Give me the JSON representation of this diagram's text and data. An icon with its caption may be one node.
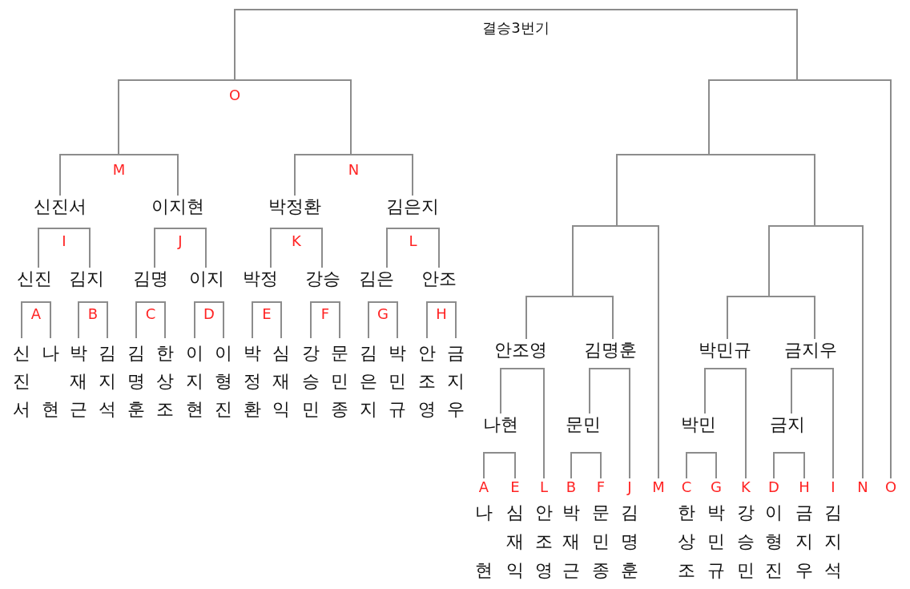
{
  "diagram": {
    "nodes": [
      {
        "text": [
          "결승3번기"
        ]
      },
      {
        "text": [
          "O"
        ]
      },
      {
        "text": [],
        "shape": "bar"
      },
      {
        "text": [
          "M"
        ]
      },
      {
        "text": [
          "N"
        ]
      },
      {
        "text": [],
        "shape": "bar"
      },
      {
        "text": [
          "신진서"
        ]
      },
      {
        "text": [
          "이지현"
        ]
      },
      {
        "text": [
          "박정환"
        ]
      },
      {
        "text": [
          "김은지"
        ]
      },
      {
        "text": [
          "I"
        ]
      },
      {
        "text": [
          "J"
        ]
      },
      {
        "text": [
          "K"
        ]
      },
      {
        "text": [
          "L"
        ]
      },
      {
        "text": [],
        "shape": "bar"
      },
      {
        "text": [],
        "shape": "bar"
      },
      {
        "text": [
          "신진"
        ]
      },
      {
        "text": [
          "김지"
        ]
      },
      {
        "text": [
          "김명"
        ]
      },
      {
        "text": [
          "이지"
        ]
      },
      {
        "text": [
          "박정"
        ]
      },
      {
        "text": [
          "강승"
        ]
      },
      {
        "text": [
          "김은"
        ]
      },
      {
        "text": [
          "안조"
        ]
      },
      {
        "text": [
          "A"
        ]
      },
      {
        "text": [
          "B"
        ]
      },
      {
        "text": [
          "C"
        ]
      },
      {
        "text": [
          "D"
        ]
      },
      {
        "text": [
          "E"
        ]
      },
      {
        "text": [
          "F"
        ]
      },
      {
        "text": [
          "G"
        ]
      },
      {
        "text": [
          "H"
        ]
      },
      {
        "text": [],
        "shape": "bar"
      },
      {
        "text": [],
        "shape": "bar"
      },
      {
        "text": [
          "안조영"
        ]
      },
      {
        "text": [
          "김명훈"
        ]
      },
      {
        "text": [
          "박민규"
        ]
      },
      {
        "text": [
          "금지우"
        ]
      },
      {
        "text": [],
        "shape": "bar"
      },
      {
        "text": [],
        "shape": "bar"
      },
      {
        "text": [],
        "shape": "bar"
      },
      {
        "text": [],
        "shape": "bar"
      },
      {
        "text": [
          "나현"
        ]
      },
      {
        "text": [
          "문민"
        ]
      },
      {
        "text": [
          "박민"
        ]
      },
      {
        "text": [
          "금지"
        ]
      },
      {
        "text": [],
        "shape": "bar"
      },
      {
        "text": [],
        "shape": "bar"
      },
      {
        "text": [],
        "shape": "bar"
      },
      {
        "text": [],
        "shape": "bar"
      },
      {
        "text": [
          "신진서"
        ]
      },
      {
        "text": [
          "나현"
        ]
      },
      {
        "text": [
          "박재근"
        ]
      },
      {
        "text": [
          "김지석"
        ]
      },
      {
        "text": [
          "김명훈"
        ]
      },
      {
        "text": [
          "한상조"
        ]
      },
      {
        "text": [
          "이지현"
        ]
      },
      {
        "text": [
          "이형진"
        ]
      },
      {
        "text": [
          "박정환"
        ]
      },
      {
        "text": [
          "심재익"
        ]
      },
      {
        "text": [
          "강승민"
        ]
      },
      {
        "text": [
          "문민종"
        ]
      },
      {
        "text": [
          "김은지"
        ]
      },
      {
        "text": [
          "박민규"
        ]
      },
      {
        "text": [
          "안조영"
        ]
      },
      {
        "text": [
          "금지우"
        ]
      },
      {
        "text": [
          "A"
        ],
        "beside": [
          "나현"
        ]
      },
      {
        "text": [
          "E"
        ],
        "beside": [
          "심재익"
        ]
      },
      {
        "text": [
          "L"
        ],
        "beside": [
          "안조영"
        ]
      },
      {
        "text": [
          "B"
        ],
        "beside": [
          "박재근"
        ]
      },
      {
        "text": [
          "F"
        ],
        "beside": [
          "문민종"
        ]
      },
      {
        "text": [
          "J"
        ],
        "beside": [
          "김명훈"
        ]
      },
      {
        "text": [
          "M"
        ]
      },
      {
        "text": [
          "C"
        ],
        "beside": [
          "한상조"
        ]
      },
      {
        "text": [
          "G"
        ],
        "beside": [
          "박민규"
        ]
      },
      {
        "text": [
          "K"
        ],
        "beside": [
          "강승민"
        ]
      },
      {
        "text": [
          "D"
        ],
        "beside": [
          "이형진"
        ]
      },
      {
        "text": [
          "H"
        ],
        "beside": [
          "금지우"
        ]
      },
      {
        "text": [
          "I"
        ],
        "beside": [
          "김지석"
        ]
      },
      {
        "text": [
          "N"
        ]
      },
      {
        "text": [
          "O"
        ]
      }
    ],
    "edges": [
      {
        "from": 0,
        "to": 1,
        "arrow": "none"
      },
      {
        "from": 0,
        "to": 2,
        "arrow": "none"
      },
      {
        "from": 1,
        "to": 3,
        "arrow": "none"
      },
      {
        "from": 1,
        "to": 4,
        "arrow": "none"
      },
      {
        "from": 2,
        "to": 5,
        "arrow": "none"
      },
      {
        "from": 2,
        "to": 80,
        "arrow": "none"
      },
      {
        "from": 3,
        "to": 6,
        "arrow": "none"
      },
      {
        "from": 3,
        "to": 7,
        "arrow": "none"
      },
      {
        "from": 4,
        "to": 8,
        "arrow": "none"
      },
      {
        "from": 4,
        "to": 9,
        "arrow": "none"
      },
      {
        "from": 5,
        "to": 14,
        "arrow": "none"
      },
      {
        "from": 5,
        "to": 15,
        "arrow": "none"
      },
      {
        "from": 10,
        "to": 16,
        "arrow": "none"
      },
      {
        "from": 10,
        "to": 17,
        "arrow": "none"
      },
      {
        "from": 11,
        "to": 18,
        "arrow": "none"
      },
      {
        "from": 11,
        "to": 19,
        "arrow": "none"
      },
      {
        "from": 12,
        "to": 20,
        "arrow": "none"
      },
      {
        "from": 12,
        "to": 21,
        "arrow": "none"
      },
      {
        "from": 13,
        "to": 22,
        "arrow": "none"
      },
      {
        "from": 13,
        "to": 23,
        "arrow": "none"
      },
      {
        "from": 14,
        "to": 32,
        "arrow": "none"
      },
      {
        "from": 14,
        "to": 72,
        "arrow": "none"
      },
      {
        "from": 15,
        "to": 33,
        "arrow": "none"
      },
      {
        "from": 15,
        "to": 79,
        "arrow": "none"
      },
      {
        "from": 24,
        "to": 50,
        "arrow": "none"
      },
      {
        "from": 24,
        "to": 51,
        "arrow": "none"
      },
      {
        "from": 25,
        "to": 52,
        "arrow": "none"
      },
      {
        "from": 25,
        "to": 53,
        "arrow": "none"
      },
      {
        "from": 26,
        "to": 54,
        "arrow": "none"
      },
      {
        "from": 26,
        "to": 55,
        "arrow": "none"
      },
      {
        "from": 27,
        "to": 56,
        "arrow": "none"
      },
      {
        "from": 27,
        "to": 57,
        "arrow": "none"
      },
      {
        "from": 28,
        "to": 58,
        "arrow": "none"
      },
      {
        "from": 28,
        "to": 59,
        "arrow": "none"
      },
      {
        "from": 29,
        "to": 60,
        "arrow": "none"
      },
      {
        "from": 29,
        "to": 61,
        "arrow": "none"
      },
      {
        "from": 30,
        "to": 62,
        "arrow": "none"
      },
      {
        "from": 30,
        "to": 63,
        "arrow": "none"
      },
      {
        "from": 31,
        "to": 64,
        "arrow": "none"
      },
      {
        "from": 31,
        "to": 65,
        "arrow": "none"
      },
      {
        "from": 32,
        "to": 34,
        "arrow": "none"
      },
      {
        "from": 32,
        "to": 35,
        "arrow": "none"
      },
      {
        "from": 33,
        "to": 36,
        "arrow": "none"
      },
      {
        "from": 33,
        "to": 37,
        "arrow": "none"
      },
      {
        "from": 38,
        "to": 42,
        "arrow": "none"
      },
      {
        "from": 38,
        "to": 68,
        "arrow": "none"
      },
      {
        "from": 39,
        "to": 43,
        "arrow": "none"
      },
      {
        "from": 39,
        "to": 71,
        "arrow": "none"
      },
      {
        "from": 40,
        "to": 44,
        "arrow": "none"
      },
      {
        "from": 40,
        "to": 75,
        "arrow": "none"
      },
      {
        "from": 41,
        "to": 45,
        "arrow": "none"
      },
      {
        "from": 41,
        "to": 78,
        "arrow": "none"
      },
      {
        "from": 46,
        "to": 66,
        "arrow": "none"
      },
      {
        "from": 46,
        "to": 67,
        "arrow": "none"
      },
      {
        "from": 47,
        "to": 69,
        "arrow": "none"
      },
      {
        "from": 47,
        "to": 70,
        "arrow": "none"
      },
      {
        "from": 48,
        "to": 73,
        "arrow": "none"
      },
      {
        "from": 48,
        "to": 74,
        "arrow": "none"
      },
      {
        "from": 49,
        "to": 76,
        "arrow": "none"
      },
      {
        "from": 49,
        "to": 77,
        "arrow": "none"
      }
    ]
  }
}
